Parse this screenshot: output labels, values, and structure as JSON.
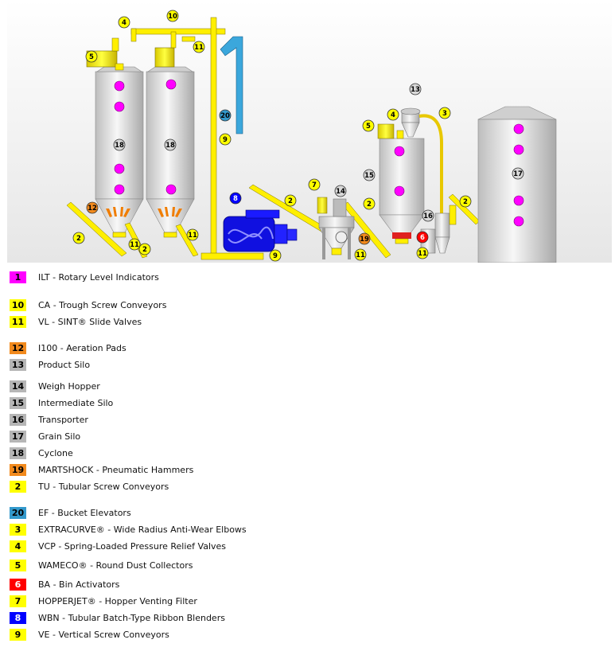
{
  "colors": {
    "background": "#f5f5f5",
    "silo_light": "#f2f2f2",
    "silo_dark": "#b9b9b9",
    "yellow": "#ffff00",
    "magenta": "#ff00ff",
    "orange": "#f28a1d",
    "grey_chip": "#b6b6b6",
    "cyan": "#3399cc",
    "red": "#ff0000",
    "blue": "#0000ff"
  },
  "legend": [
    {
      "num": "1",
      "label": "ILT - Rotary Level Indicators",
      "color": "#ff00ff",
      "text_color": "#000000"
    },
    {
      "num": "10",
      "label": "CA - Trough Screw Conveyors",
      "color": "#ffff00",
      "text_color": "#000000"
    },
    {
      "num": "11",
      "label": "VL - SINT® Slide Valves",
      "color": "#ffff00",
      "text_color": "#000000"
    },
    {
      "num": "12",
      "label": "I100 - Aeration Pads",
      "color": "#f28a1d",
      "text_color": "#000000"
    },
    {
      "num": "13",
      "label": "Product Silo",
      "color": "#b6b6b6",
      "text_color": "#000000"
    },
    {
      "num": "14",
      "label": "Weigh Hopper",
      "color": "#b6b6b6",
      "text_color": "#000000"
    },
    {
      "num": "15",
      "label": "Intermediate Silo",
      "color": "#b6b6b6",
      "text_color": "#000000"
    },
    {
      "num": "16",
      "label": "Transporter",
      "color": "#b6b6b6",
      "text_color": "#000000"
    },
    {
      "num": "17",
      "label": "Grain Silo",
      "color": "#b6b6b6",
      "text_color": "#000000"
    },
    {
      "num": "18",
      "label": "Cyclone",
      "color": "#b6b6b6",
      "text_color": "#000000"
    },
    {
      "num": "19",
      "label": "MARTSHOCK - Pneumatic Hammers",
      "color": "#f28a1d",
      "text_color": "#000000"
    },
    {
      "num": "2",
      "label": "TU - Tubular Screw Conveyors",
      "color": "#ffff00",
      "text_color": "#000000"
    },
    {
      "num": "20",
      "label": "EF - Bucket Elevators",
      "color": "#3399cc",
      "text_color": "#000000"
    },
    {
      "num": "3",
      "label": "EXTRACURVE® - Wide Radius Anti-Wear Elbows",
      "color": "#ffff00",
      "text_color": "#000000"
    },
    {
      "num": "4",
      "label": "VCP - Spring-Loaded Pressure Relief Valves",
      "color": "#ffff00",
      "text_color": "#000000"
    },
    {
      "num": "5",
      "label": "WAMECO® - Round Dust Collectors",
      "color": "#ffff00",
      "text_color": "#000000"
    },
    {
      "num": "6",
      "label": "BA - Bin Activators",
      "color": "#ff0000",
      "text_color": "#ffffff"
    },
    {
      "num": "7",
      "label": "HOPPERJET® - Hopper Venting Filter",
      "color": "#ffff00",
      "text_color": "#000000"
    },
    {
      "num": "8",
      "label": "WBN - Tubular Batch-Type Ribbon Blenders",
      "color": "#0000ff",
      "text_color": "#ffffff"
    },
    {
      "num": "9",
      "label": "VE - Vertical Screw Conveyors",
      "color": "#ffff00",
      "text_color": "#000000"
    }
  ],
  "callouts": [
    {
      "num": "4",
      "color": "#ffff00",
      "text_color": "#000000"
    },
    {
      "num": "10",
      "color": "#ffff00",
      "text_color": "#000000"
    },
    {
      "num": "5",
      "color": "#ffff00",
      "text_color": "#000000"
    },
    {
      "num": "11",
      "color": "#ffff00",
      "text_color": "#000000"
    },
    {
      "num": "20",
      "color": "#3399cc",
      "text_color": "#000000"
    },
    {
      "num": "9",
      "color": "#ffff00",
      "text_color": "#000000"
    },
    {
      "num": "18",
      "color": "#d8d8d8",
      "text_color": "#000000"
    },
    {
      "num": "18",
      "color": "#d8d8d8",
      "text_color": "#000000"
    },
    {
      "num": "12",
      "color": "#f28a1d",
      "text_color": "#000000"
    },
    {
      "num": "2",
      "color": "#ffff00",
      "text_color": "#000000"
    },
    {
      "num": "11",
      "color": "#ffff00",
      "text_color": "#000000"
    },
    {
      "num": "2",
      "color": "#ffff00",
      "text_color": "#000000"
    },
    {
      "num": "11",
      "color": "#ffff00",
      "text_color": "#000000"
    },
    {
      "num": "8",
      "color": "#0000ff",
      "text_color": "#ffffff"
    },
    {
      "num": "2",
      "color": "#ffff00",
      "text_color": "#000000"
    },
    {
      "num": "9",
      "color": "#ffff00",
      "text_color": "#000000"
    },
    {
      "num": "7",
      "color": "#ffff00",
      "text_color": "#000000"
    },
    {
      "num": "14",
      "color": "#d8d8d8",
      "text_color": "#000000"
    },
    {
      "num": "19",
      "color": "#f28a1d",
      "text_color": "#000000"
    },
    {
      "num": "11",
      "color": "#ffff00",
      "text_color": "#000000"
    },
    {
      "num": "2",
      "color": "#ffff00",
      "text_color": "#000000"
    },
    {
      "num": "13",
      "color": "#d8d8d8",
      "text_color": "#000000"
    },
    {
      "num": "4",
      "color": "#ffff00",
      "text_color": "#000000"
    },
    {
      "num": "3",
      "color": "#ffff00",
      "text_color": "#000000"
    },
    {
      "num": "5",
      "color": "#ffff00",
      "text_color": "#000000"
    },
    {
      "num": "15",
      "color": "#d8d8d8",
      "text_color": "#000000"
    },
    {
      "num": "6",
      "color": "#ff0000",
      "text_color": "#ffffff"
    },
    {
      "num": "11",
      "color": "#ffff00",
      "text_color": "#000000"
    },
    {
      "num": "16",
      "color": "#d8d8d8",
      "text_color": "#000000"
    },
    {
      "num": "2",
      "color": "#ffff00",
      "text_color": "#000000"
    },
    {
      "num": "17",
      "color": "#d8d8d8",
      "text_color": "#000000"
    }
  ]
}
